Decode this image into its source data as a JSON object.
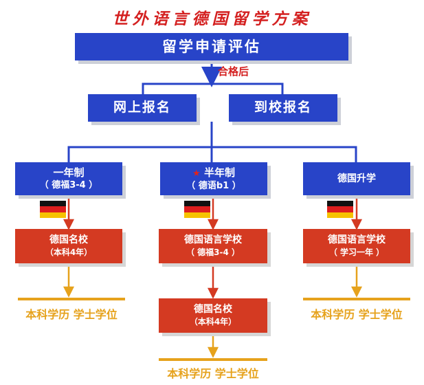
{
  "title": "世外语言德国留学方案",
  "colors": {
    "blue": "#2844c8",
    "red": "#d43a22",
    "gold": "#e6a21c",
    "title": "#d42020"
  },
  "nodes": {
    "assessment": "留学申请评估",
    "qualified_label": "合格后",
    "online": "网上报名",
    "onsite": "到校报名",
    "one_year": {
      "title": "一年制",
      "sub": "（  德福3-4  ）"
    },
    "half_year": {
      "star": "★",
      "title": "半年制",
      "sub": "（  德语b1    ）"
    },
    "further": {
      "title": "德国升学"
    },
    "uni_left": {
      "title": "德国名校",
      "sub": "（本科4年）"
    },
    "lang_mid": {
      "title": "德国语言学校",
      "sub": "（ 德福3-4  ）"
    },
    "lang_right": {
      "title": "德国语言学校",
      "sub": "（ 学习一年 ）"
    },
    "uni_mid": {
      "title": "德国名校",
      "sub": "（本科4年）"
    },
    "result_left": "本科学历 学士学位",
    "result_right": "本科学历 学士学位",
    "result_bottom": "本科学历 学士学位"
  },
  "icons": {
    "flag": "germany-flag-icon"
  }
}
